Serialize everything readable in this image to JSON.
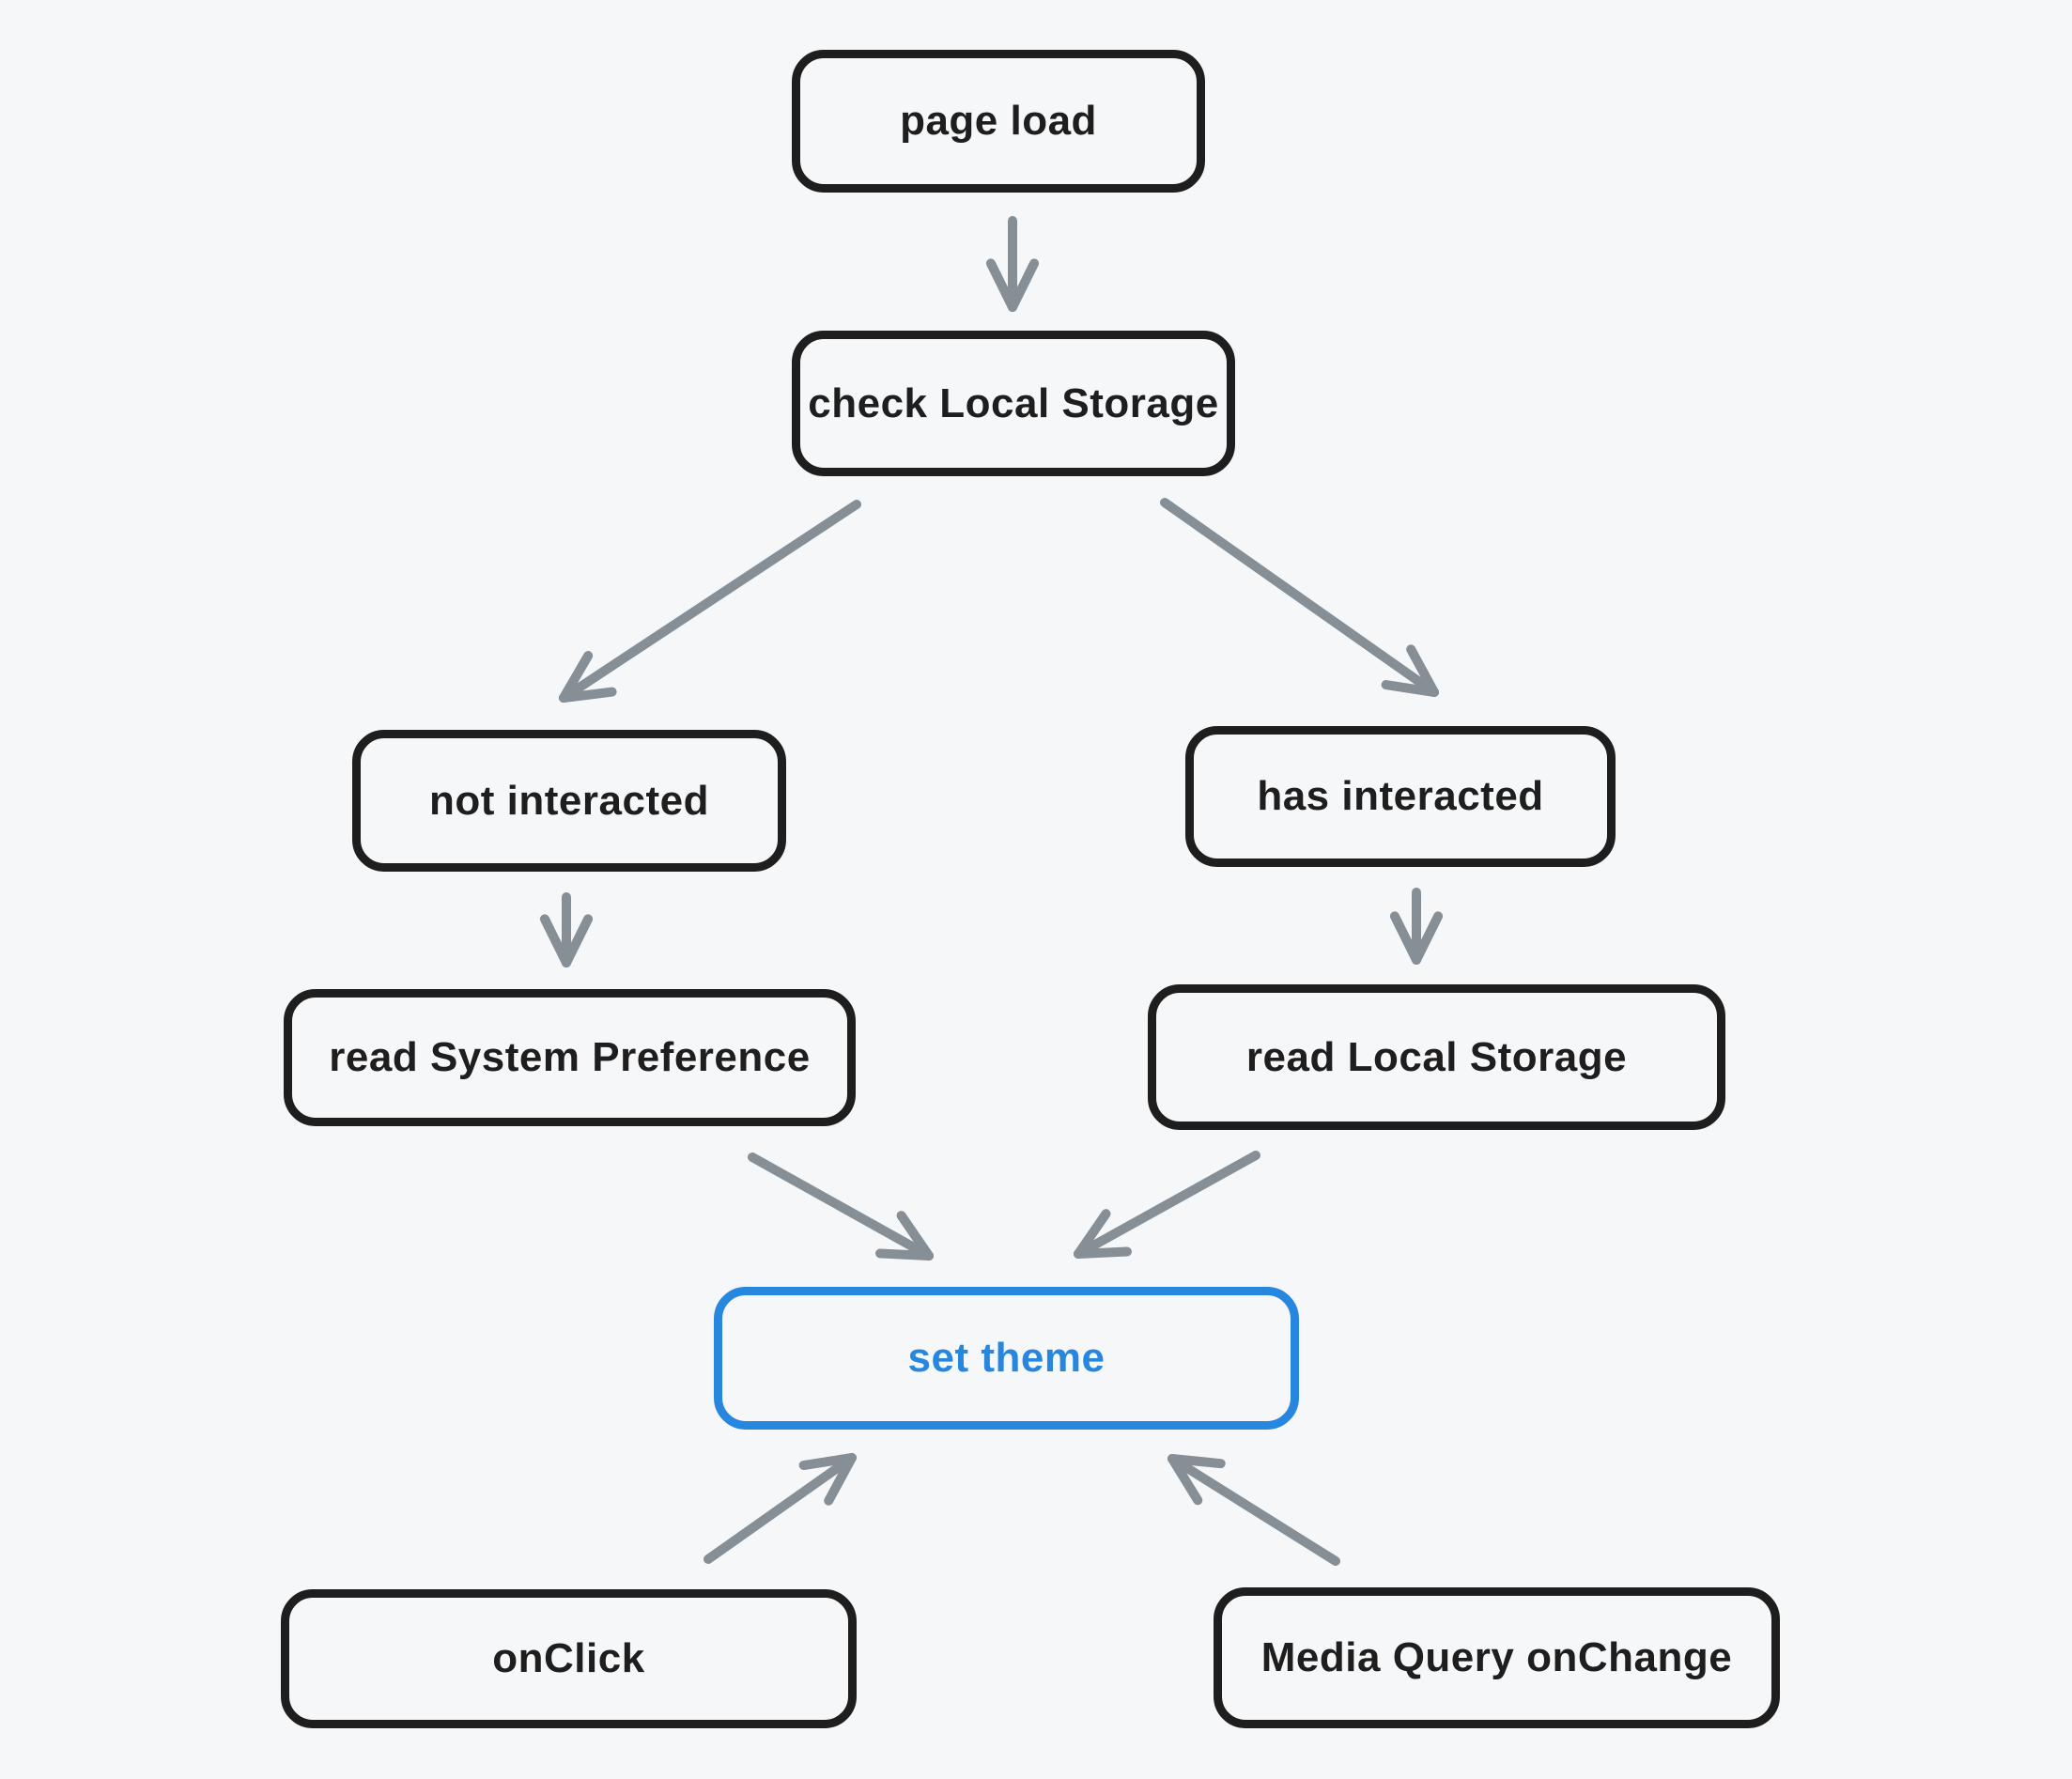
{
  "diagram": {
    "title": "theme selection flowchart",
    "colors": {
      "background": "#f6f7f9",
      "node_stroke": "#1e1e1e",
      "accent": "#2786dd",
      "arrow": "#868e96"
    },
    "nodes": {
      "page_load": {
        "label": "page load"
      },
      "check_local_storage": {
        "label": "check Local Storage"
      },
      "not_interacted": {
        "label": "not interacted"
      },
      "has_interacted": {
        "label": "has interacted"
      },
      "read_system_preference": {
        "label": "read System Preference"
      },
      "read_local_storage": {
        "label": "read Local Storage"
      },
      "set_theme": {
        "label": "set theme",
        "accent": true
      },
      "on_click": {
        "label": "onClick"
      },
      "media_query_onchange": {
        "label": "Media Query onChange"
      }
    },
    "edges": [
      {
        "from": "page_load",
        "to": "check_local_storage"
      },
      {
        "from": "check_local_storage",
        "to": "not_interacted"
      },
      {
        "from": "check_local_storage",
        "to": "has_interacted"
      },
      {
        "from": "not_interacted",
        "to": "read_system_preference"
      },
      {
        "from": "has_interacted",
        "to": "read_local_storage"
      },
      {
        "from": "read_system_preference",
        "to": "set_theme"
      },
      {
        "from": "read_local_storage",
        "to": "set_theme"
      },
      {
        "from": "on_click",
        "to": "set_theme"
      },
      {
        "from": "media_query_onchange",
        "to": "set_theme"
      }
    ]
  }
}
